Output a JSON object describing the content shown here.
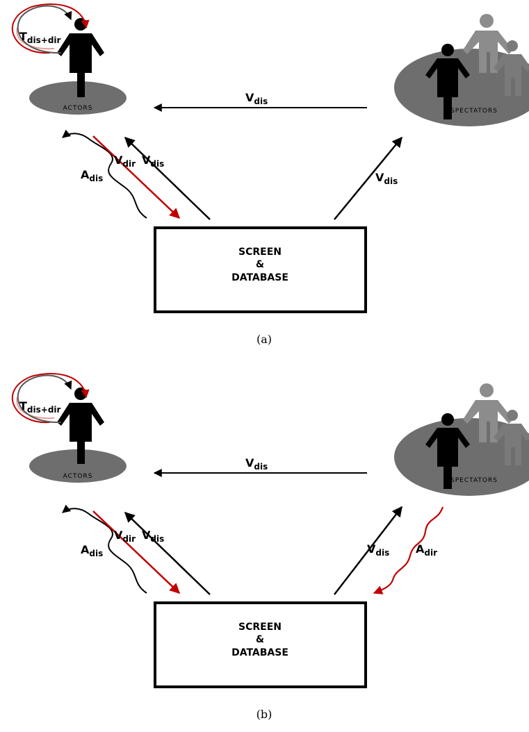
{
  "colors": {
    "black": "#000000",
    "red": "#c00000",
    "pink": "#e89b9b",
    "gray_ellipse": "#6e6e6e",
    "gray_person": "#8c8c8c"
  },
  "labels": {
    "actors": "ACTORS",
    "spectators": "SPECTATORS",
    "screen_line1": "SCREEN",
    "screen_line2": "&",
    "screen_line3": "DATABASE",
    "T": "T",
    "T_sub": "dis+dir",
    "V": "V",
    "A": "A",
    "sub_dis": "dis",
    "sub_dir": "dir"
  },
  "captions": {
    "a": "(a)",
    "b": "(b)"
  },
  "icons": [
    "person-icon",
    "person-group-icon",
    "loop-arrow-icon",
    "wavy-arrow-icon"
  ]
}
